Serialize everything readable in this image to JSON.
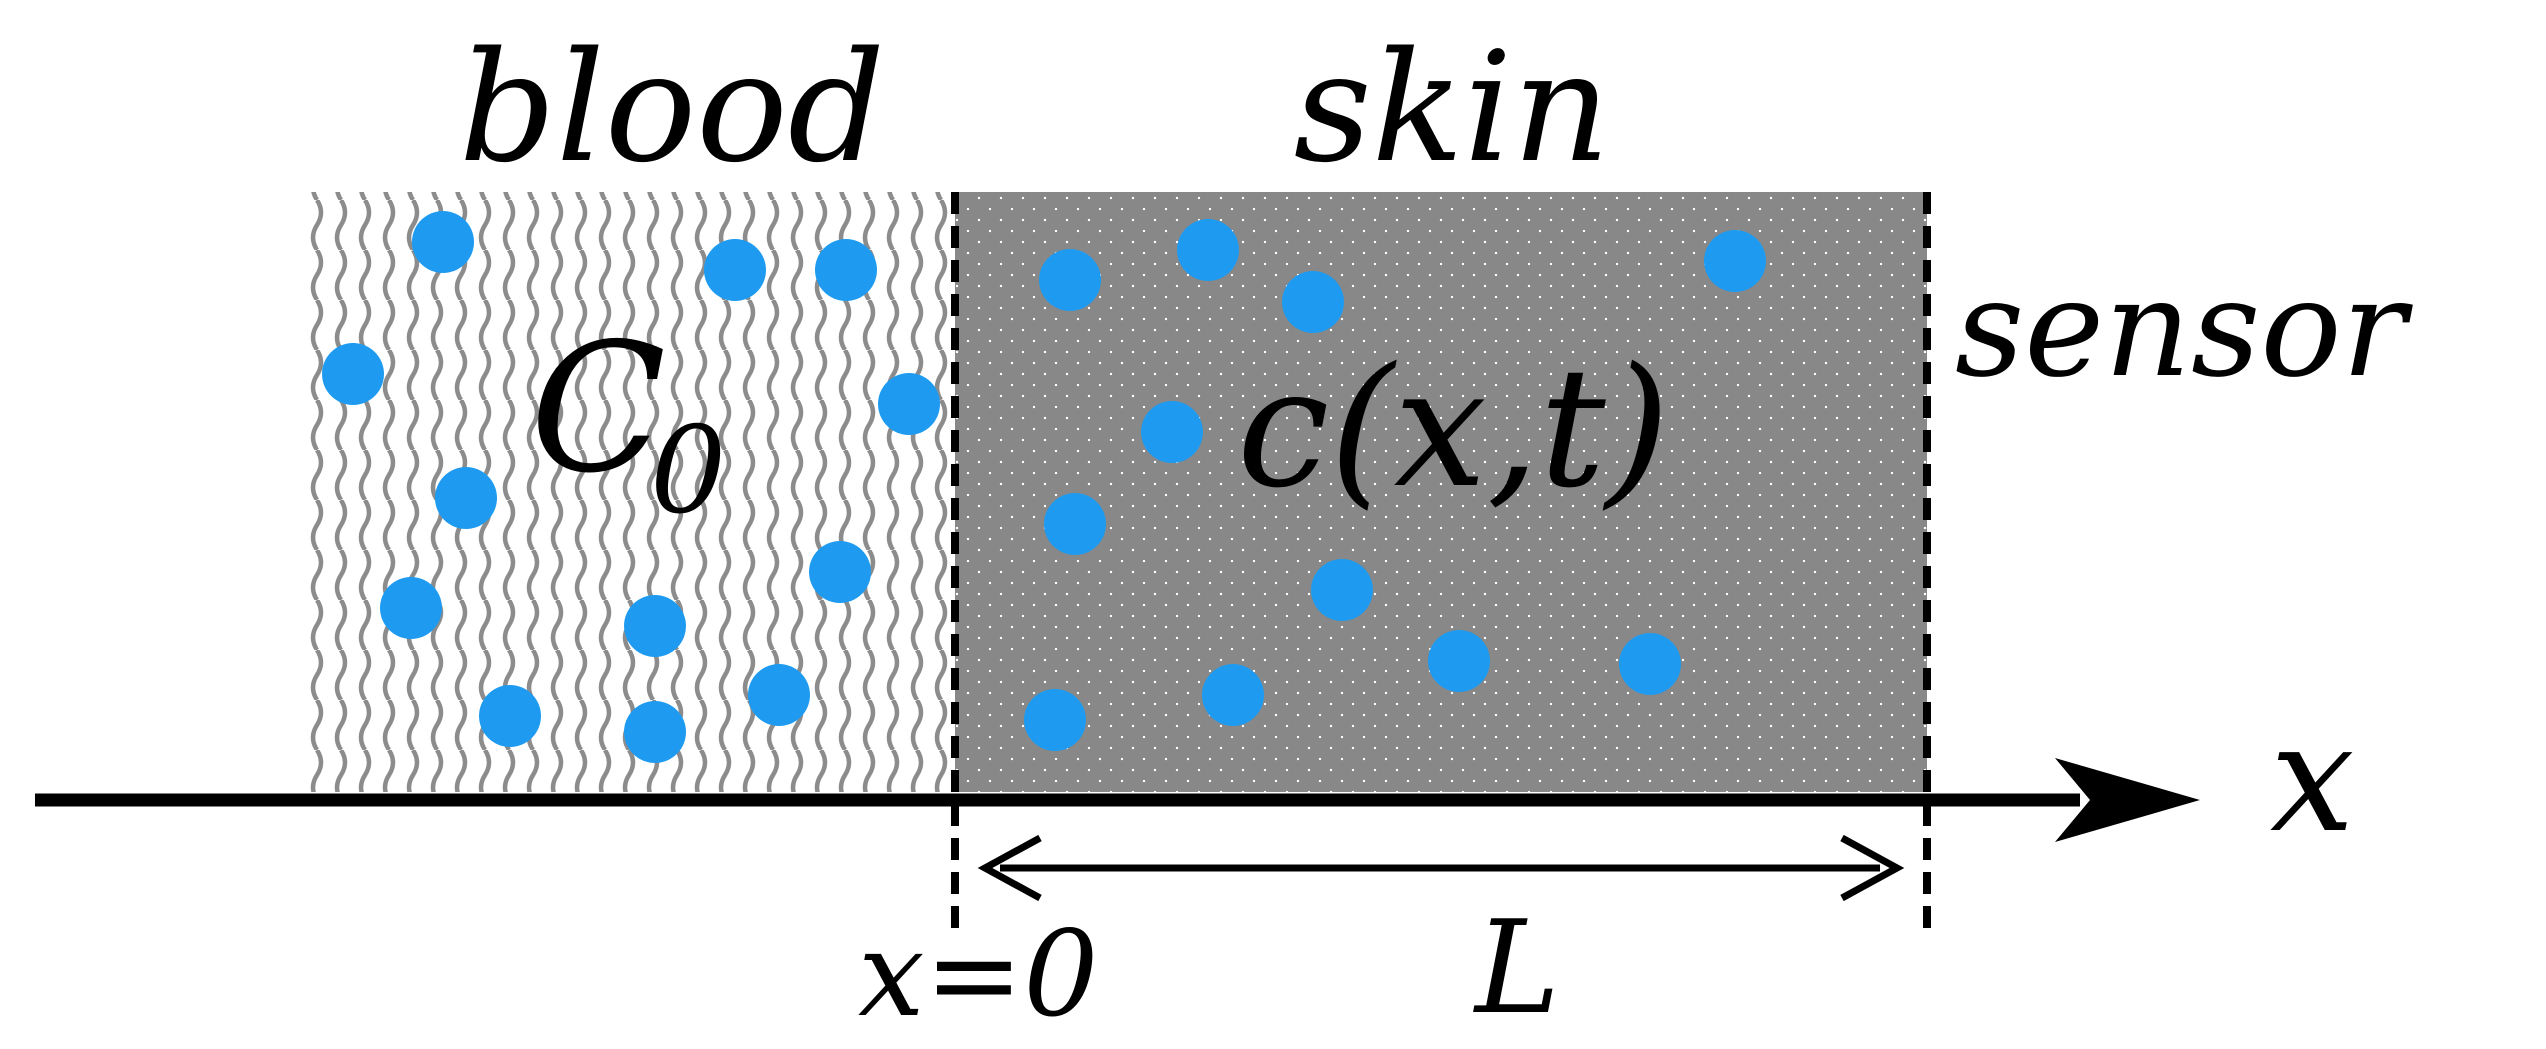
{
  "labels": {
    "blood": "blood",
    "skin": "skin",
    "sensor": "sensor",
    "blood_concentration": "C",
    "blood_concentration_subscript": "0",
    "skin_concentration": "c(x,t)",
    "axis": "x",
    "origin": "x=0",
    "thickness": "L"
  },
  "colors": {
    "particle": "#1E9BF0",
    "skin_fill": "#888888",
    "skin_cell_outline": "#ffffff",
    "blood_wave": "#8c8c8c",
    "axis": "#000000",
    "text": "#000000"
  },
  "icons": {
    "particle": "filled-circle",
    "axis_arrowhead": "triangle-arrowhead",
    "dimension_arrows": "double-headed-arrow"
  }
}
